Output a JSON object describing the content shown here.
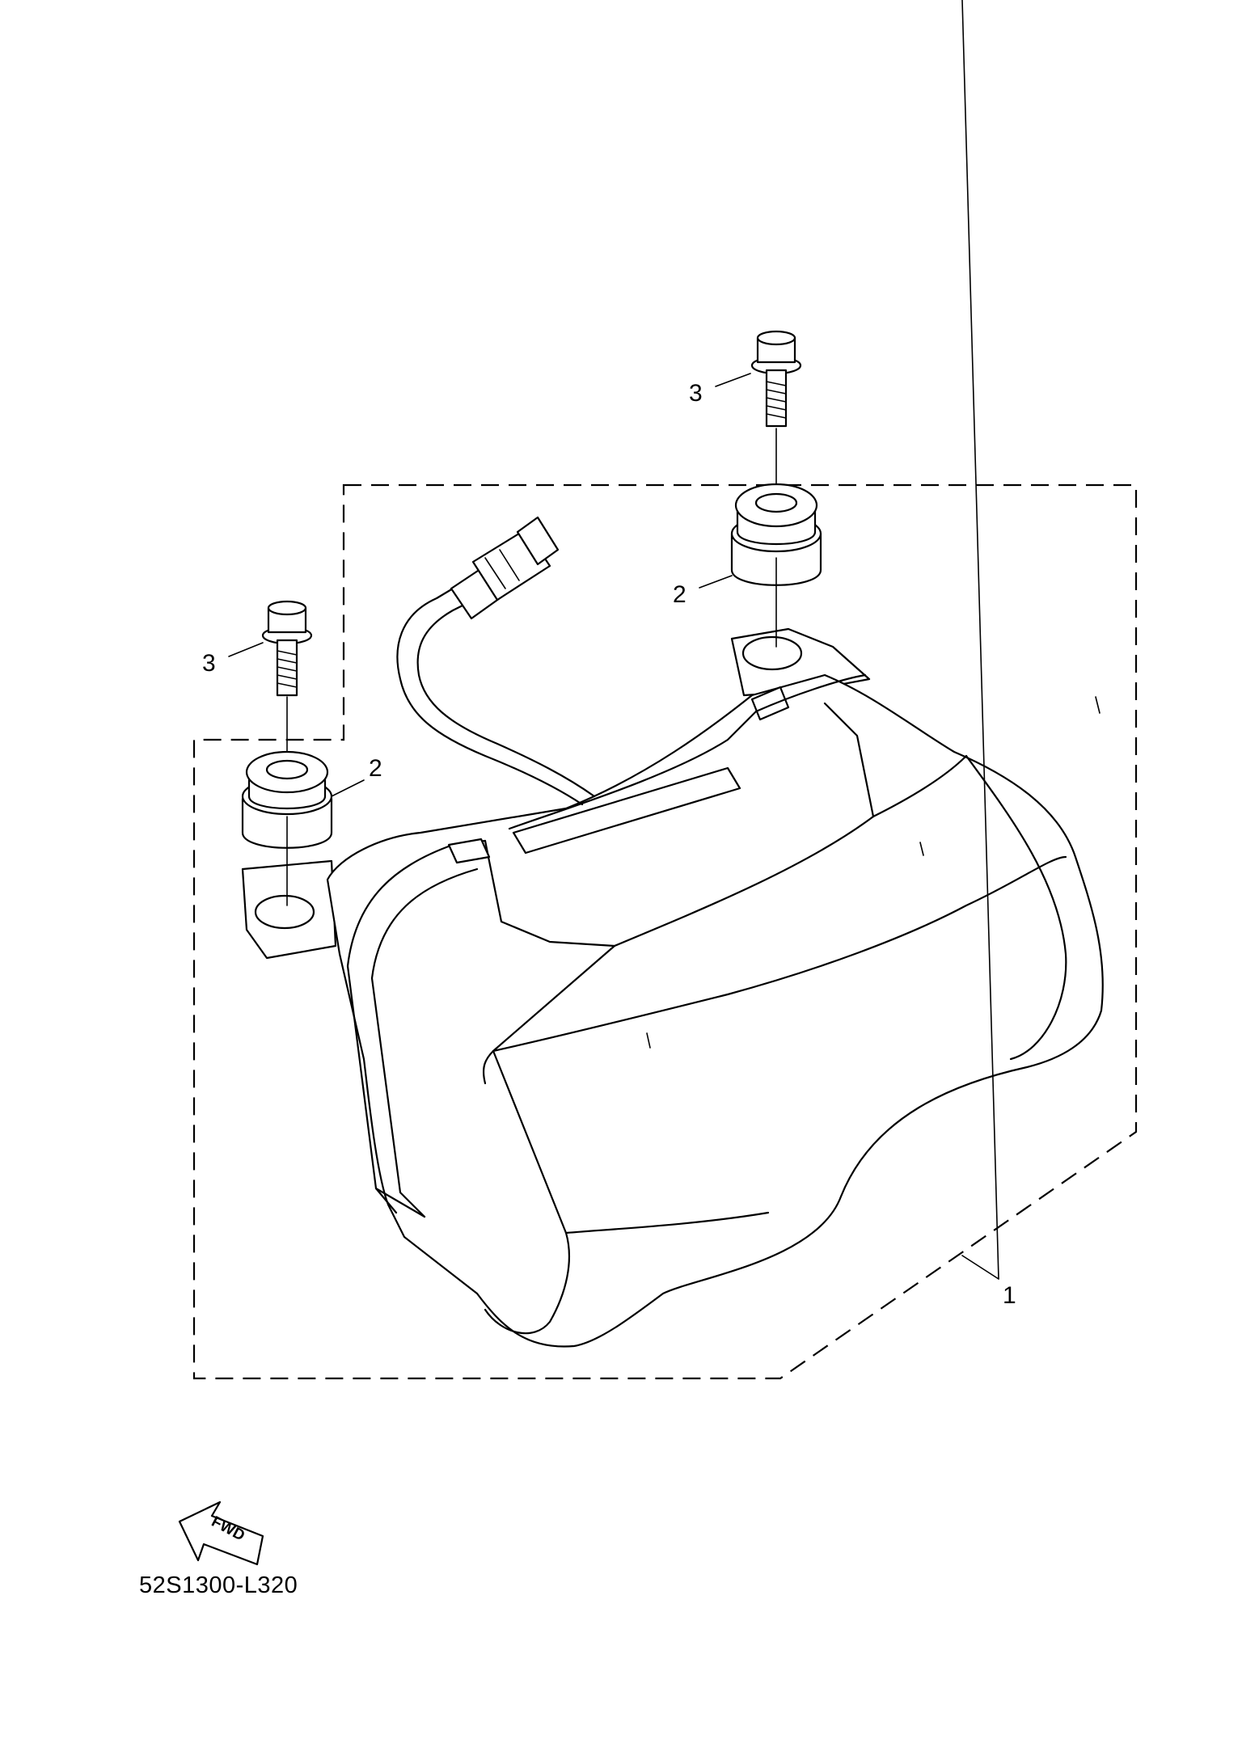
{
  "diagram": {
    "drawing_code": "52S1300-L320",
    "fwd_label": "FWD",
    "parts": [
      {
        "ref": "1",
        "part": "tail-light-assembly"
      },
      {
        "ref": "2",
        "part": "grommet-left"
      },
      {
        "ref": "2",
        "part": "grommet-right"
      },
      {
        "ref": "3",
        "part": "bolt-left"
      },
      {
        "ref": "3",
        "part": "bolt-right"
      }
    ],
    "icons": {
      "direction": "fwd-arrow-icon"
    },
    "colors": {
      "line": "#000000",
      "background": "#ffffff"
    }
  }
}
